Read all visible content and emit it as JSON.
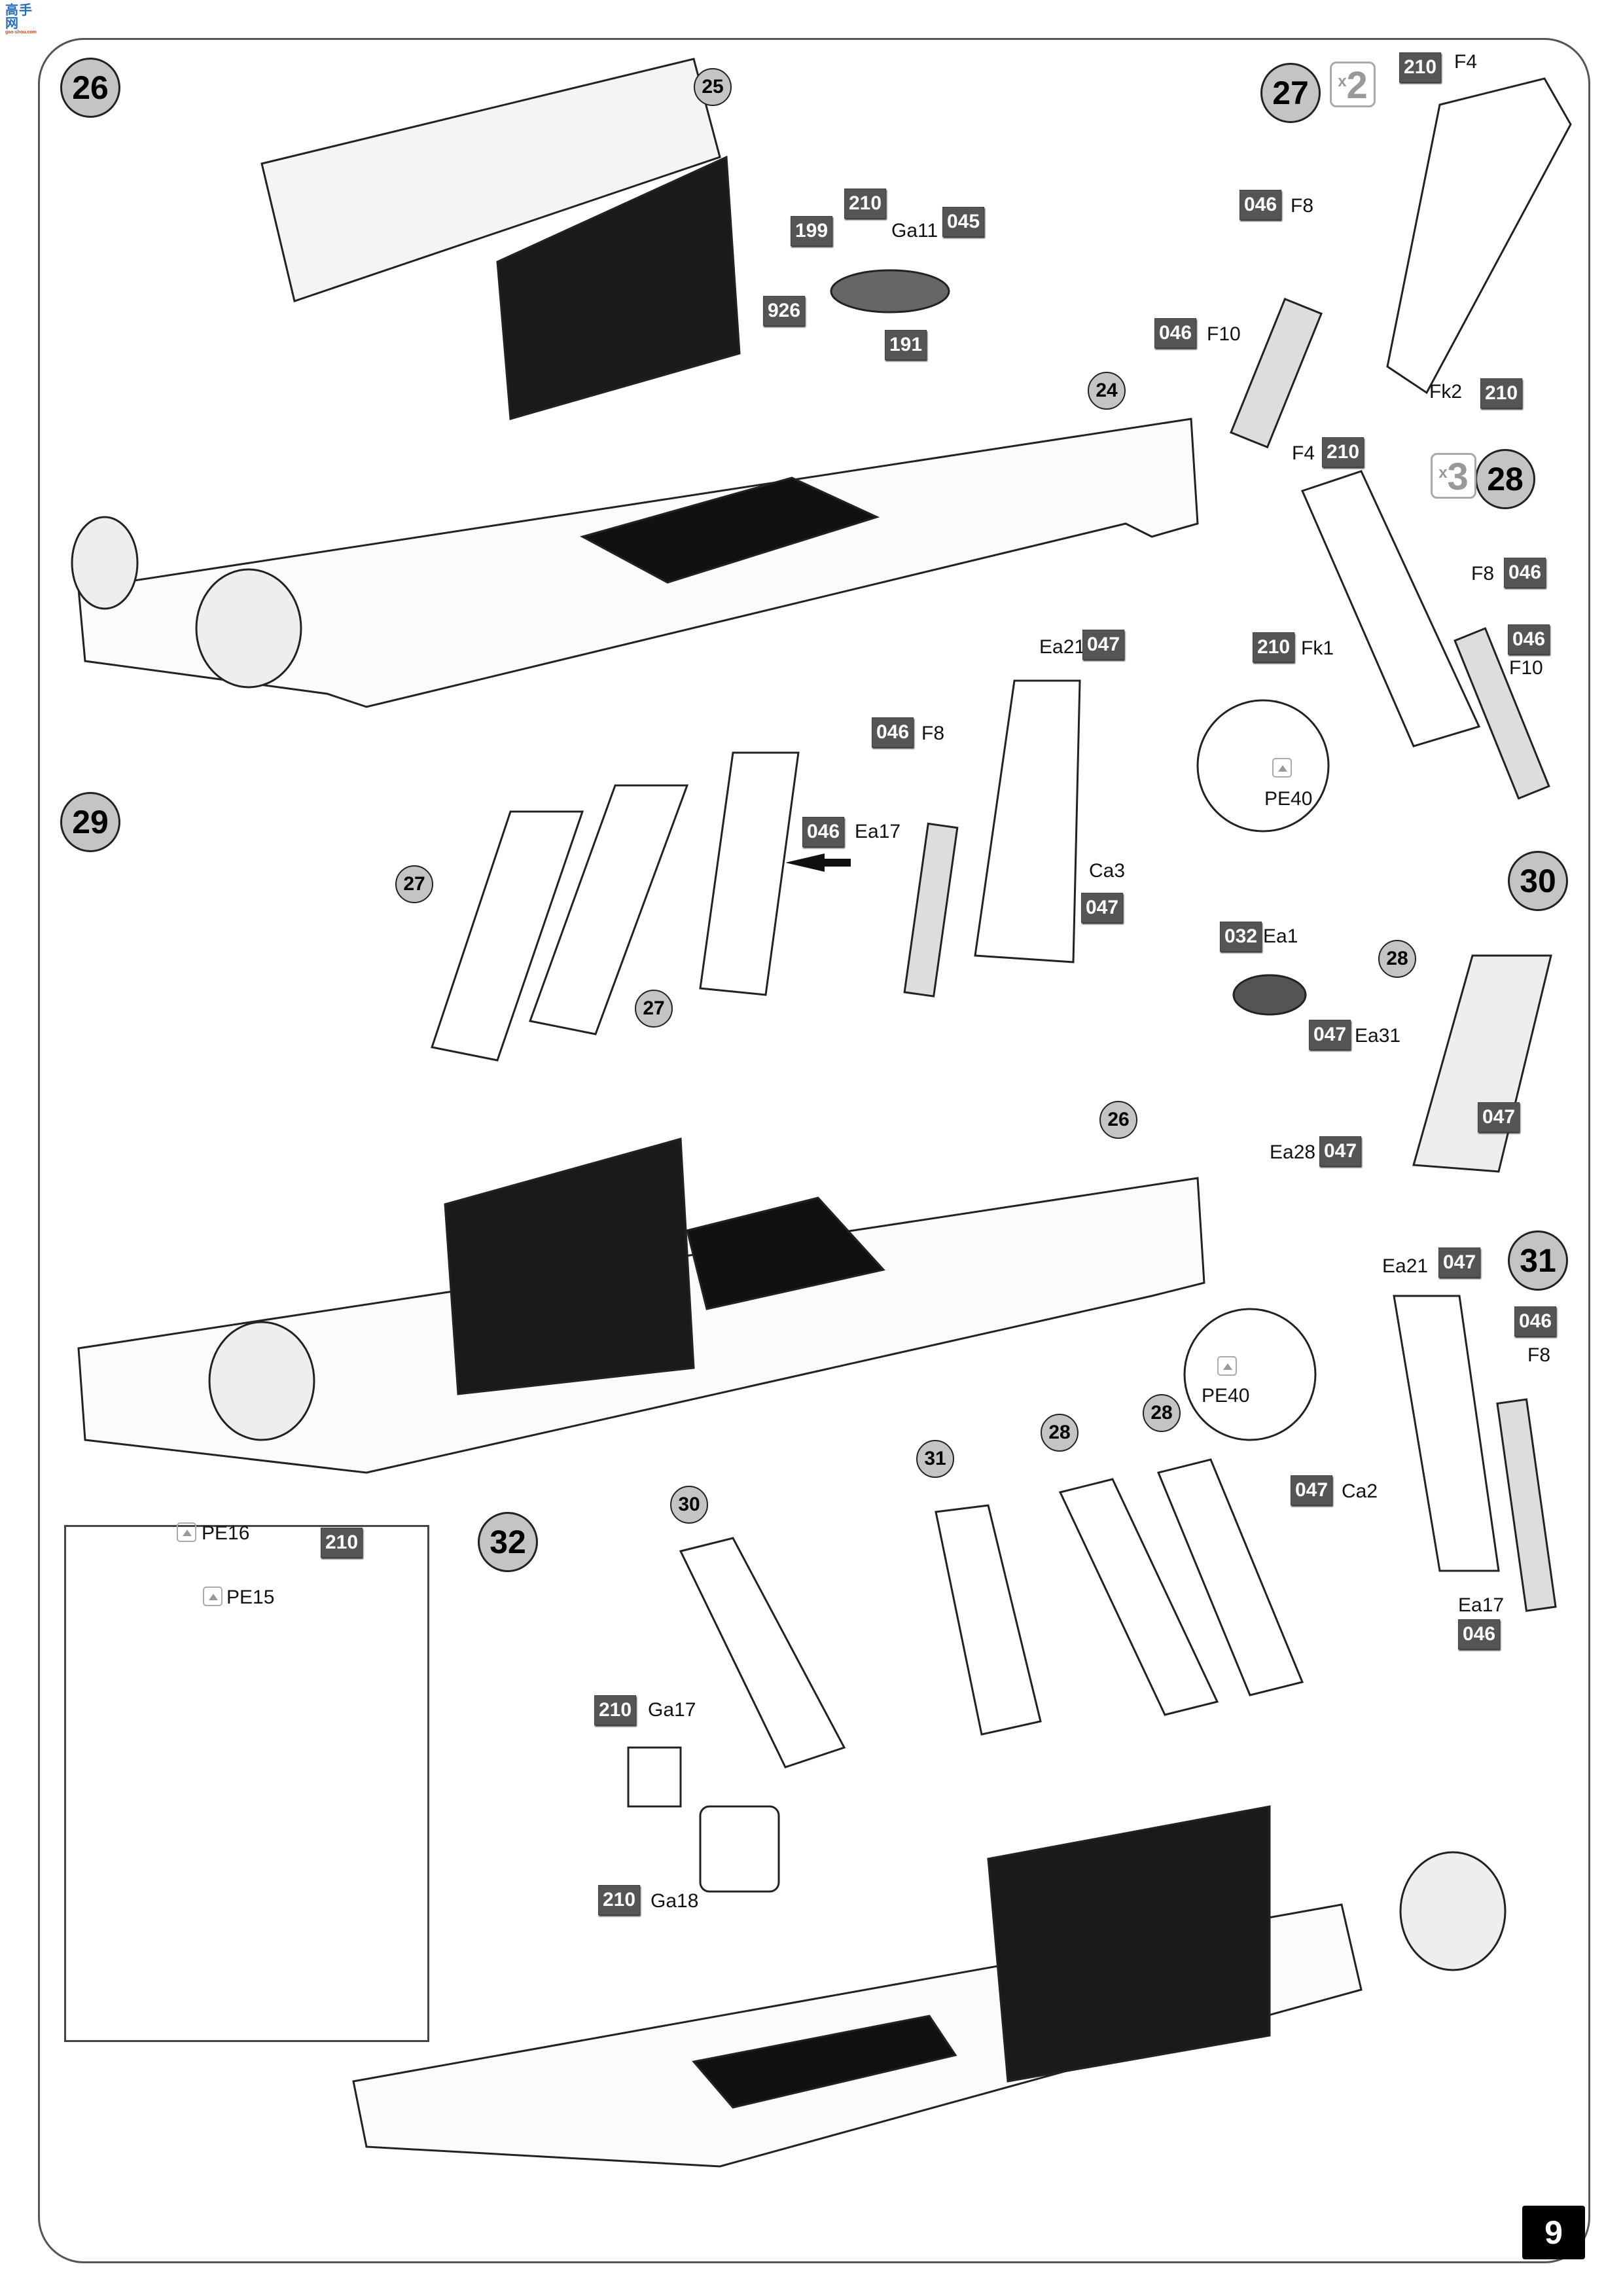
{
  "watermark": {
    "name": "高手网",
    "url": "gao-shou.com"
  },
  "page_number": "9",
  "colors": {
    "step_badge_fill": "#c4c4c4",
    "paint_code_fill": "#555555",
    "page_box": "#000000"
  },
  "steps": [
    {
      "number": "26",
      "refs": [
        "25",
        "24"
      ],
      "parts": [
        {
          "paint": "199",
          "part": ""
        },
        {
          "paint": "210",
          "part": ""
        },
        {
          "paint": "045",
          "part": "Ga11"
        },
        {
          "paint": "926",
          "part": ""
        },
        {
          "paint": "191",
          "part": ""
        }
      ]
    },
    {
      "number": "27",
      "multiplier": "2",
      "parts": [
        {
          "paint": "210",
          "part": "F4"
        },
        {
          "paint": "046",
          "part": "F8"
        },
        {
          "paint": "046",
          "part": "F10"
        },
        {
          "paint": "210",
          "part": "Fk2"
        }
      ]
    },
    {
      "number": "28",
      "multiplier": "3",
      "parts": [
        {
          "paint": "210",
          "part": "F4"
        },
        {
          "paint": "046",
          "part": "F8"
        },
        {
          "paint": "210",
          "part": "Fk1"
        },
        {
          "paint": "046",
          "part": "F10"
        }
      ]
    },
    {
      "number": "29",
      "refs": [
        "27",
        "27",
        "26"
      ],
      "parts": [
        {
          "paint": "047",
          "part": "Ea21"
        },
        {
          "paint": "046",
          "part": "F8"
        },
        {
          "paint": "046",
          "part": "Ea17"
        },
        {
          "paint": "",
          "part": "Ca3"
        },
        {
          "paint": "047",
          "part": ""
        },
        {
          "paint": "",
          "part": "PE40",
          "photo_etch": true
        }
      ]
    },
    {
      "number": "30",
      "refs": [
        "28"
      ],
      "parts": [
        {
          "paint": "032",
          "part": "Ea1"
        },
        {
          "paint": "047",
          "part": "Ea31"
        },
        {
          "paint": "047",
          "part": "Ea28"
        },
        {
          "paint": "047",
          "part": ""
        }
      ]
    },
    {
      "number": "31",
      "parts": [
        {
          "paint": "047",
          "part": "Ea21"
        },
        {
          "paint": "046",
          "part": "F8"
        },
        {
          "paint": "047",
          "part": "Ca2"
        },
        {
          "paint": "",
          "part": "Ea17"
        },
        {
          "paint": "046",
          "part": ""
        },
        {
          "paint": "",
          "part": "PE40",
          "photo_etch": true
        }
      ]
    },
    {
      "number": "32",
      "refs": [
        "30",
        "31",
        "28",
        "28"
      ],
      "parts": [
        {
          "paint": "210",
          "part": "Ga17"
        },
        {
          "paint": "210",
          "part": "Ga18"
        },
        {
          "paint": "",
          "part": "PE16",
          "photo_etch": true
        },
        {
          "paint": "",
          "part": "PE15",
          "photo_etch": true
        },
        {
          "paint": "210",
          "part": ""
        }
      ]
    }
  ]
}
